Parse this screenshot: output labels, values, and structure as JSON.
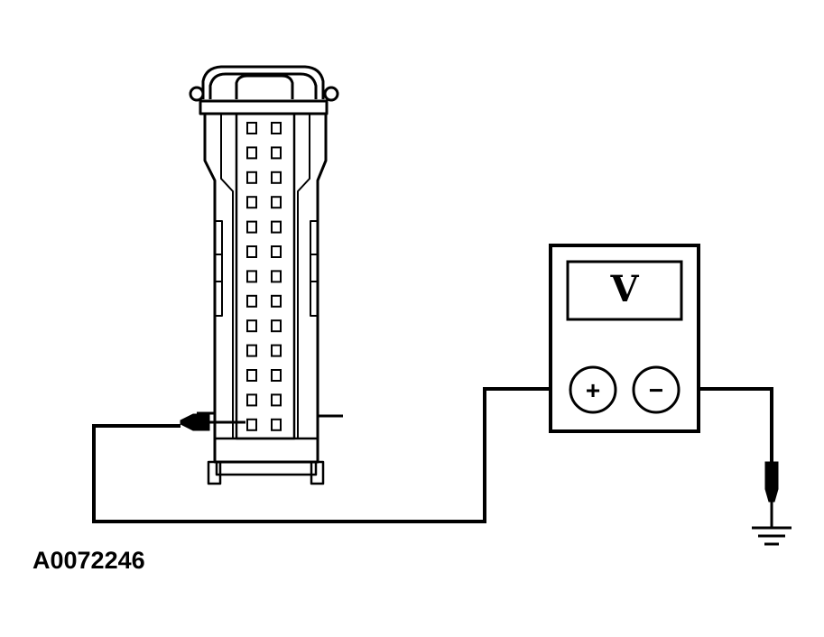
{
  "figure": {
    "id_label": "A0072246"
  },
  "connector": {
    "pin_rows": 13,
    "pin_columns": 2,
    "probed_pin": {
      "row": 13,
      "column": 1
    }
  },
  "multimeter": {
    "display_symbol": "V",
    "positive_terminal": "+",
    "negative_terminal": "−"
  },
  "icons": {
    "ground": "ground-icon",
    "probe": "probe-icon"
  },
  "colors": {
    "line": "#000000",
    "background": "#ffffff"
  }
}
